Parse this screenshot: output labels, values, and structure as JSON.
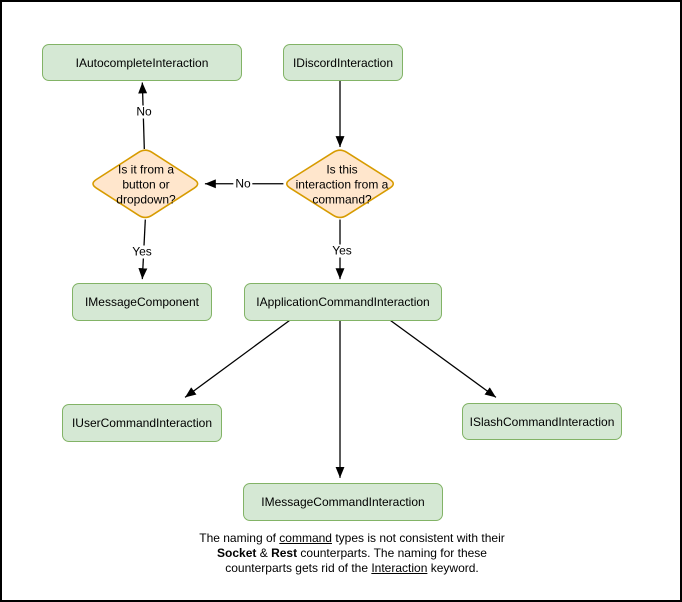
{
  "diagram": {
    "nodes": {
      "autocomplete": {
        "label": "IAutocompleteInteraction"
      },
      "discord": {
        "label": "IDiscordInteraction"
      },
      "message_component": {
        "label": "IMessageComponent"
      },
      "application_command": {
        "label": "IApplicationCommandInteraction"
      },
      "user_command": {
        "label": "IUserCommandInteraction"
      },
      "slash_command": {
        "label": "ISlashCommandInteraction"
      },
      "message_command": {
        "label": "IMessageCommandInteraction"
      }
    },
    "decisions": {
      "from_command": {
        "label": "Is this\ninteraction from a\ncommand?"
      },
      "button_dropdown": {
        "label": "Is it from a\nbutton or\ndropdown?"
      }
    },
    "edge_labels": {
      "no_to_autocomplete": "No",
      "no_to_button_dropdown": "No",
      "yes_to_message_component": "Yes",
      "yes_to_application_command": "Yes"
    },
    "note": {
      "lines": [
        {
          "segments": [
            {
              "text": "The naming of "
            },
            {
              "text": "command",
              "style": "underline"
            },
            {
              "text": " types is not consistent with their"
            }
          ]
        },
        {
          "segments": [
            {
              "text": "Socket",
              "style": "bold"
            },
            {
              "text": " & "
            },
            {
              "text": "Rest",
              "style": "bold"
            },
            {
              "text": " counterparts. The naming for these"
            }
          ]
        },
        {
          "segments": [
            {
              "text": "counterparts gets rid of the "
            },
            {
              "text": "Interaction",
              "style": "underline"
            },
            {
              "text": " keyword."
            }
          ]
        }
      ]
    },
    "colors": {
      "node_fill": "#d5e8d4",
      "node_border": "#82b366",
      "decision_fill": "#ffe6cc",
      "decision_border": "#d79b00",
      "connector": "#000000"
    }
  }
}
